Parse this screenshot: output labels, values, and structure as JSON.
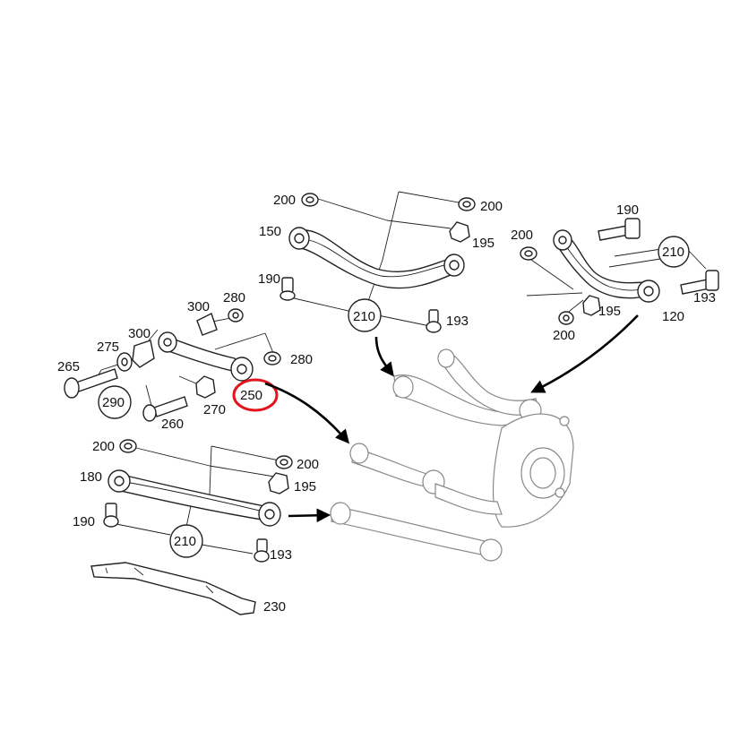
{
  "labels": {
    "p200_a": "200",
    "p200_b": "200",
    "p150": "150",
    "p195_a": "195",
    "p190_a": "190",
    "p210_a": "210",
    "p193_a": "193",
    "p200_c": "200",
    "p190_b": "190",
    "p210_b": "210",
    "p193_b": "193",
    "p195_b": "195",
    "p120": "120",
    "p200_d": "200",
    "p300_a": "300",
    "p280_a": "280",
    "p300_b": "300",
    "p275": "275",
    "p265": "265",
    "p280_b": "280",
    "p250": "250",
    "p290": "290",
    "p270": "270",
    "p260": "260",
    "p200_e": "200",
    "p200_f": "200",
    "p180": "180",
    "p195_c": "195",
    "p190_c": "190",
    "p210_c": "210",
    "p193_c": "193",
    "p230": "230"
  },
  "highlight": {
    "label": "250",
    "color": "#e3141b"
  }
}
